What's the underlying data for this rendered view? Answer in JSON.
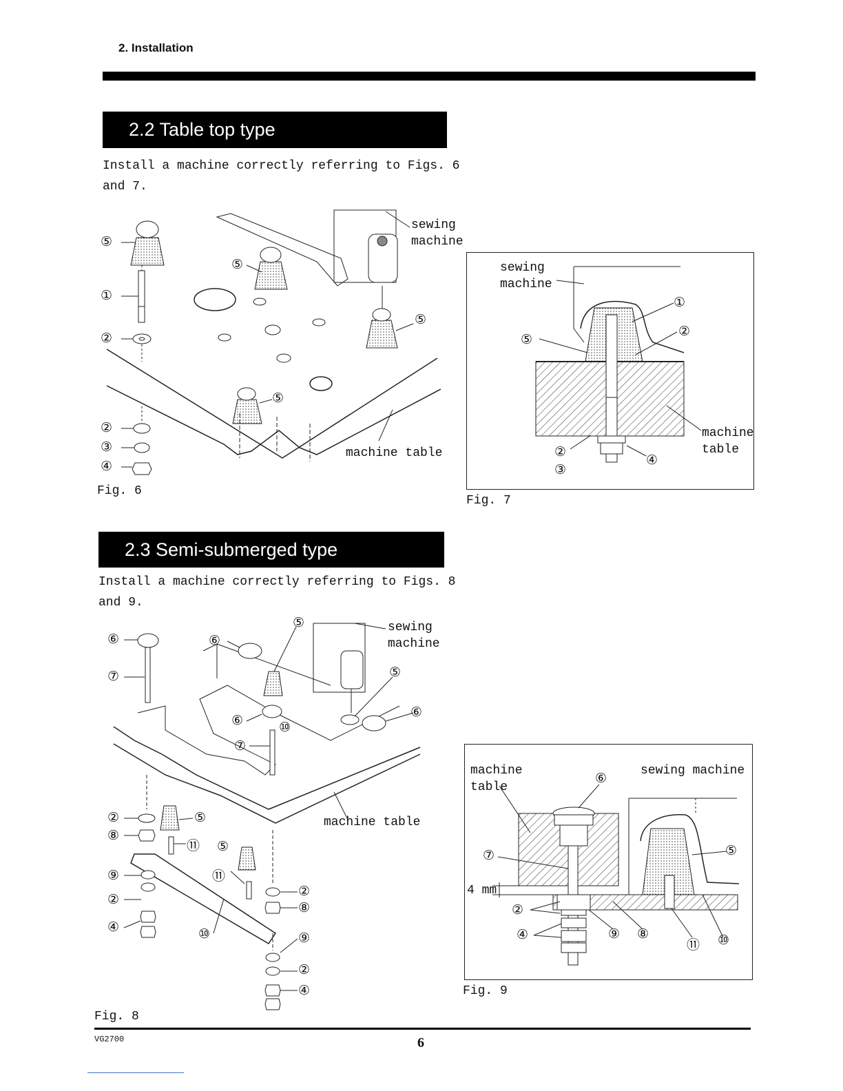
{
  "header": {
    "section": "2. Installation"
  },
  "section_22": {
    "title": "2.2 Table top type",
    "body": "Install a machine correctly referring to Figs. 6\nand 7."
  },
  "fig6": {
    "caption": "Fig. 6",
    "sewing_machine": "sewing\nmachine",
    "machine_table": "machine table",
    "n1": "①",
    "n2": "②",
    "n3": "③",
    "n4": "④",
    "n5": "⑤"
  },
  "fig7": {
    "caption": "Fig. 7",
    "sewing_machine": "sewing\nmachine",
    "machine_table": "machine\ntable",
    "n1": "①",
    "n2": "②",
    "n3": "③",
    "n4": "④",
    "n5": "⑤"
  },
  "section_23": {
    "title": "2.3 Semi-submerged type",
    "body": "Install a machine correctly referring to Figs. 8\nand 9."
  },
  "fig8": {
    "caption": "Fig. 8",
    "sewing_machine": "sewing\nmachine",
    "machine_table": "machine table",
    "n2": "②",
    "n4": "④",
    "n5": "⑤",
    "n6": "⑥",
    "n7": "⑦",
    "n8": "⑧",
    "n9": "⑨",
    "n10": "⑩",
    "n11": "⑪"
  },
  "fig9": {
    "caption": "Fig. 9",
    "machine_table": "machine\ntable",
    "sewing_machine": "sewing machine",
    "dimension": "4 mm",
    "n2": "②",
    "n4": "④",
    "n5": "⑤",
    "n6": "⑥",
    "n7": "⑦",
    "n8": "⑧",
    "n9": "⑨",
    "n10": "⑩",
    "n11": "⑪"
  },
  "footer": {
    "model": "VG2700",
    "page": "6"
  }
}
